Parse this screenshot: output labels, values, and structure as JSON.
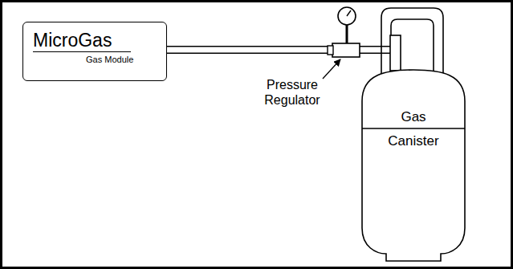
{
  "diagram": {
    "nodes": [
      {
        "text": [
          "MicroGas",
          "Gas Module"
        ]
      },
      {
        "text": [
          "Gas",
          "Canister"
        ]
      }
    ],
    "edges": [
      {
        "from": 0,
        "to": 1,
        "arrow": "none"
      }
    ],
    "labels": [
      "Pressure Regulator"
    ]
  }
}
